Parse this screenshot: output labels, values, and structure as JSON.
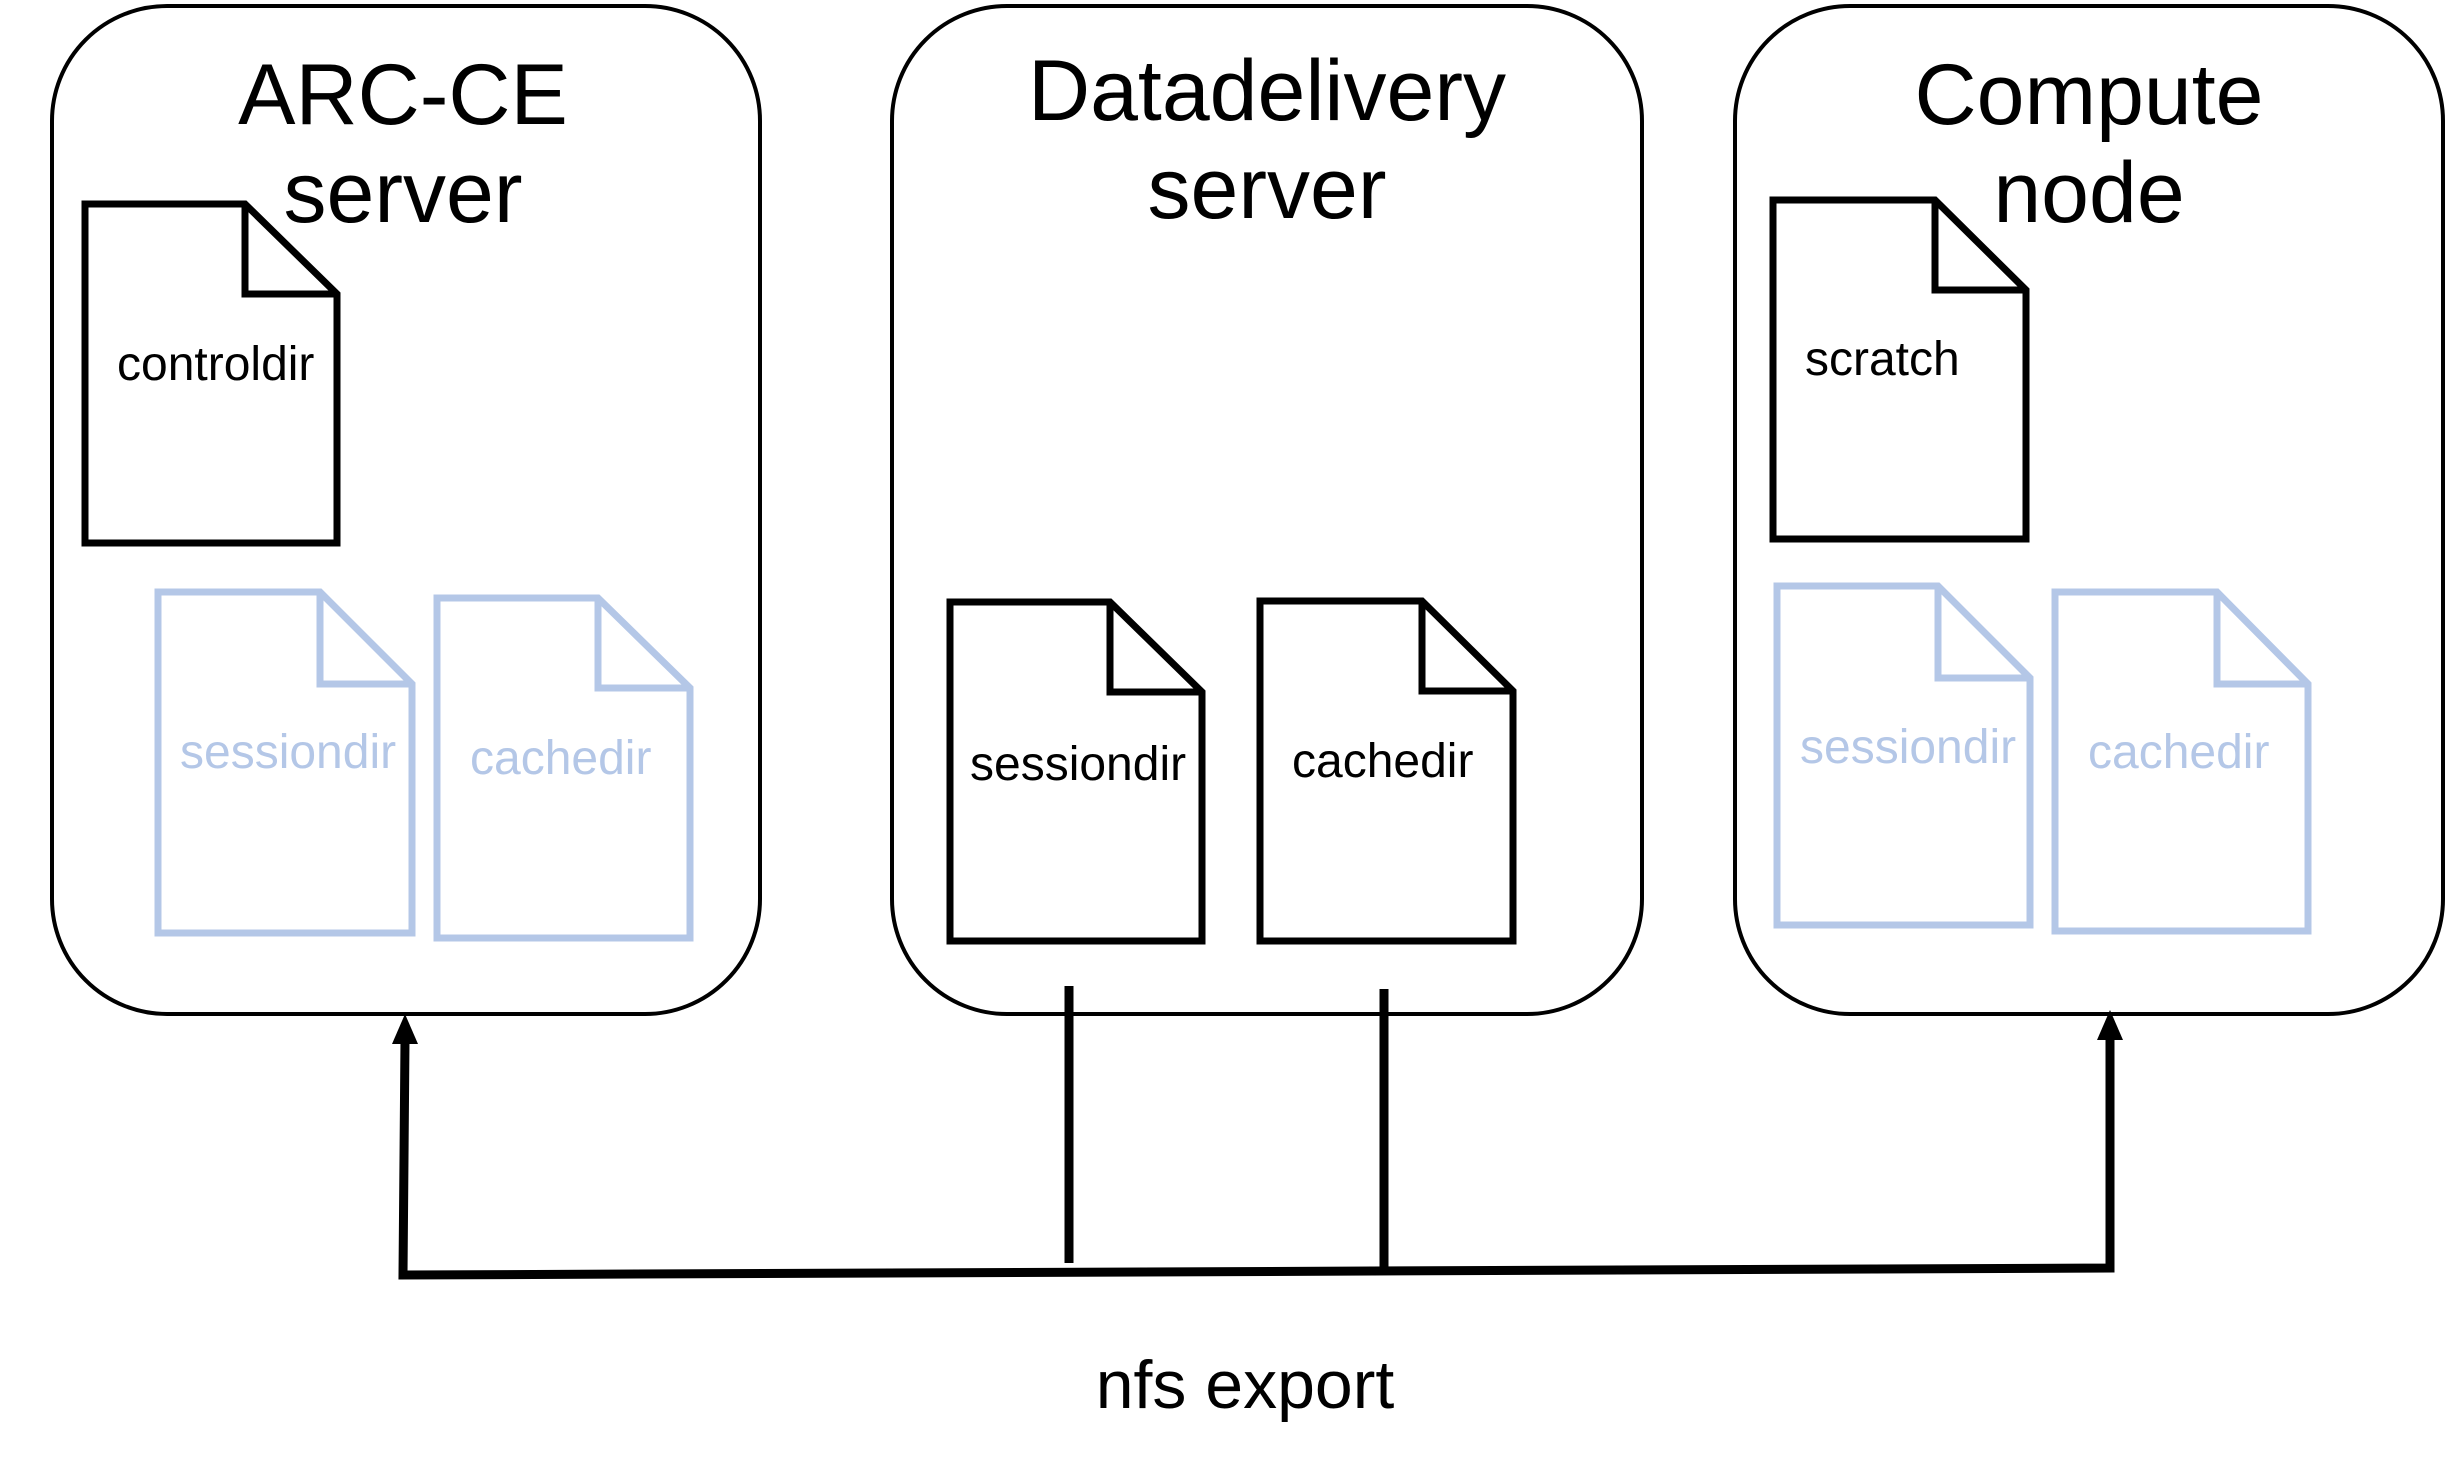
{
  "servers": {
    "arc": {
      "title_line1": "ARC-CE",
      "title_line2": "server",
      "controldir": "controldir",
      "sessiondir": "sessiondir",
      "cachedir": "cachedir"
    },
    "datadelivery": {
      "title_line1": "Datadelivery",
      "title_line2": "server",
      "sessiondir": "sessiondir",
      "cachedir": "cachedir"
    },
    "compute": {
      "title_line1": "Compute",
      "title_line2": "node",
      "scratch": "scratch",
      "sessiondir": "sessiondir",
      "cachedir": "cachedir"
    }
  },
  "connection_label": "nfs export",
  "colors": {
    "active": "#000000",
    "mounted": "#b4c7e7"
  }
}
